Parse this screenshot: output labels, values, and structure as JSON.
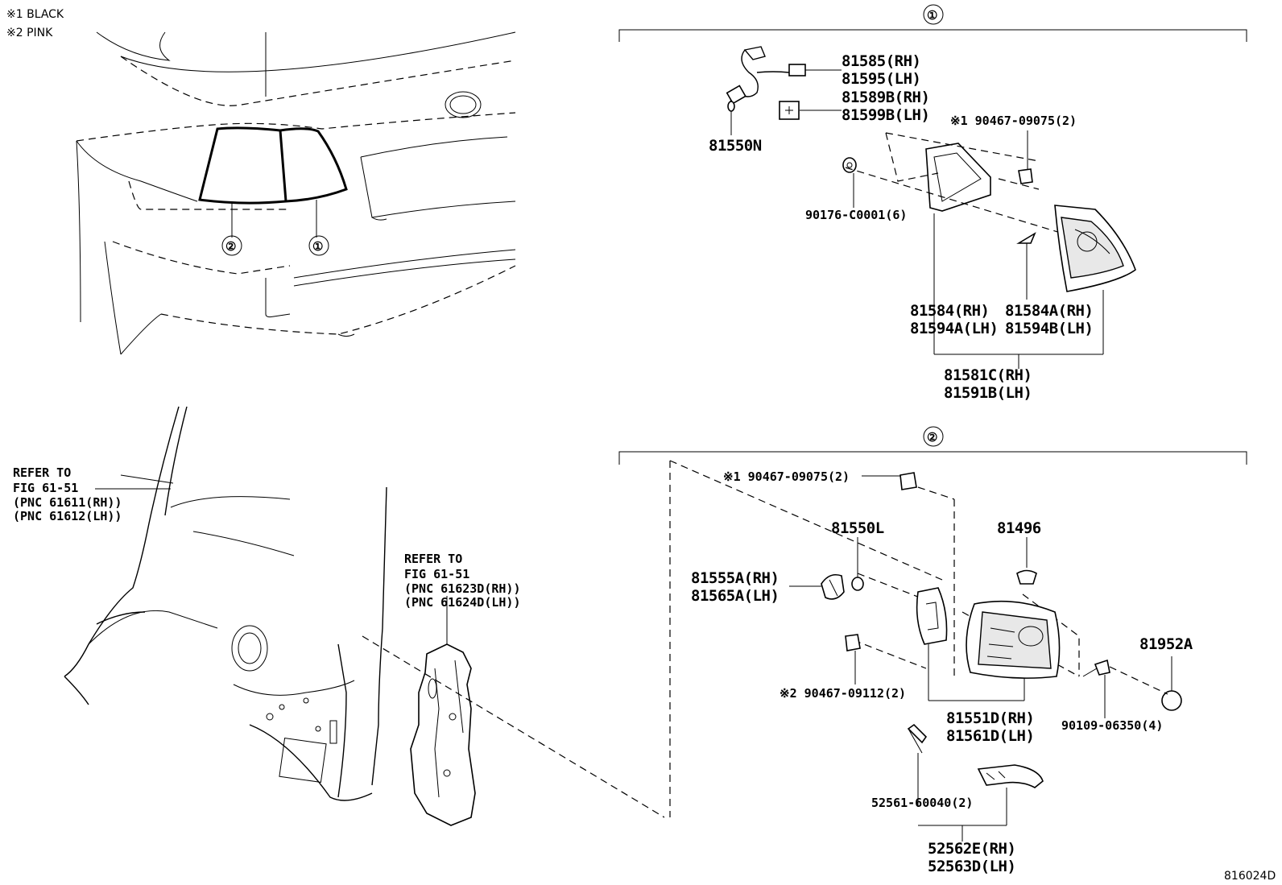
{
  "notes": {
    "note1": "※1 BLACK",
    "note2": "※2 PINK"
  },
  "overview": {
    "callout_1": "①",
    "callout_2": "②"
  },
  "section1": {
    "marker": "①",
    "labels": {
      "p81585": "81585(RH)",
      "p81595": "81595(LH)",
      "p81589b": "81589B(RH)",
      "p81599b": "81599B(LH)",
      "p81550n": "81550N",
      "p90467a": "※1 90467-09075(2)",
      "p90176": "90176-C0001(6)",
      "p81584": "81584(RH)",
      "p81594a": "81594A(LH)",
      "p81584a": "81584A(RH)",
      "p81594b": "81594B(LH)",
      "p81581c": "81581C(RH)",
      "p81591b": "81591B(LH)"
    }
  },
  "section2": {
    "marker": "②",
    "labels": {
      "p90467b": "※1 90467-09075(2)",
      "p81550l": "81550L",
      "p81496": "81496",
      "p81555a": "81555A(RH)",
      "p81565a": "81565A(LH)",
      "p81952a": "81952A",
      "p90467c": "※2 90467-09112(2)",
      "p81551d": "81551D(RH)",
      "p81561d": "81561D(LH)",
      "p90109": "90109-06350(4)",
      "p52561": "52561-60040(2)",
      "p52562e": "52562E(RH)",
      "p52563d": "52563D(LH)"
    }
  },
  "refs": {
    "ref1": [
      "REFER TO",
      "FIG 61-51",
      "(PNC 61611(RH))",
      "(PNC 61612(LH))"
    ],
    "ref2": [
      "REFER TO",
      "FIG 61-51",
      "(PNC 61623D(RH))",
      "(PNC 61624D(LH))"
    ]
  },
  "figure_id": "816024D"
}
